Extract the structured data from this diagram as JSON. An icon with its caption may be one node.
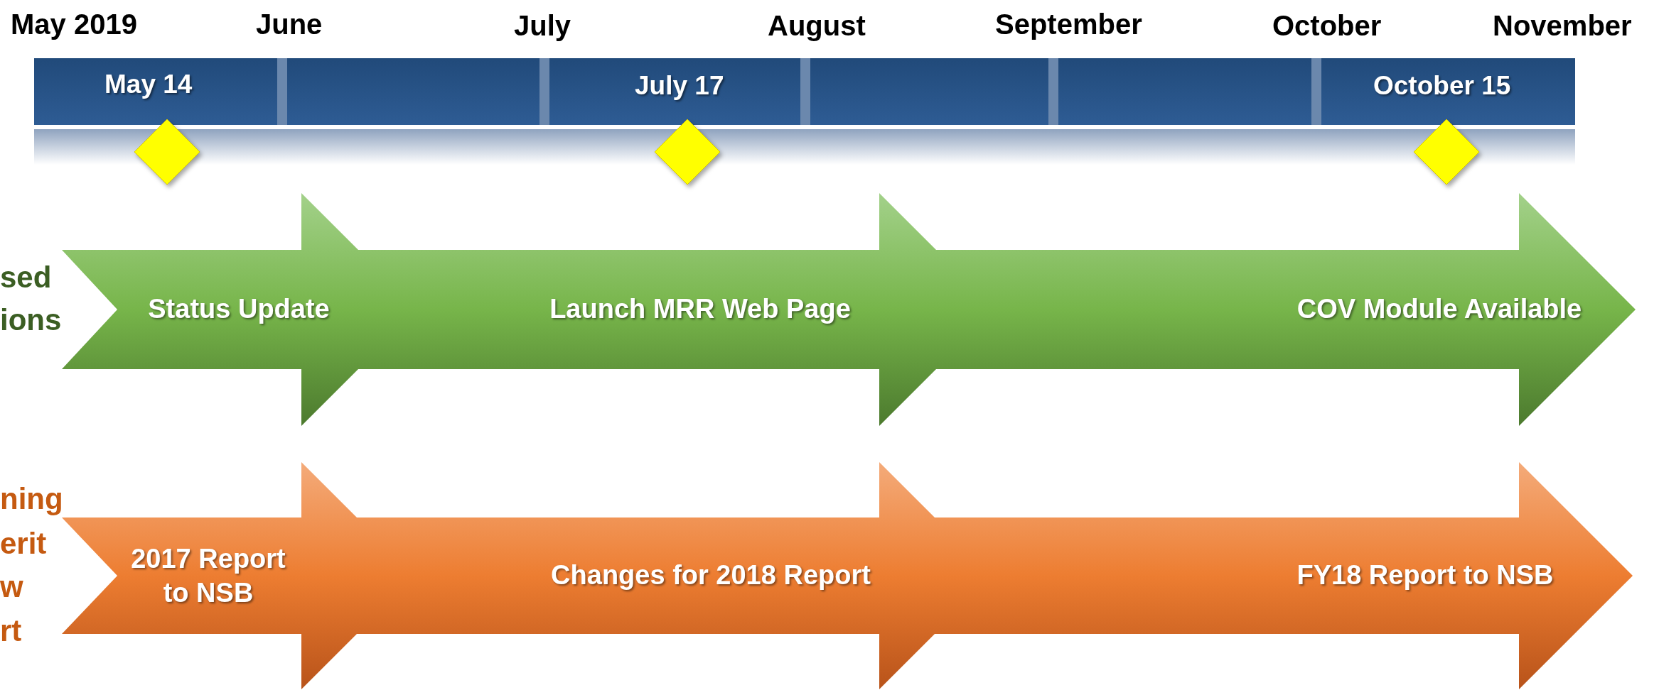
{
  "diagram": {
    "nodes": [
      {
        "text": [],
        "shape": "diamond"
      },
      {
        "text": [],
        "shape": "diamond"
      },
      {
        "text": [],
        "shape": "diamond"
      },
      {
        "text": [
          "Status Update"
        ]
      },
      {
        "text": [
          "Launch MRR Web Page"
        ]
      },
      {
        "text": [
          "COV Module Available"
        ]
      },
      {
        "text": [
          "2017 Report to NSB"
        ]
      },
      {
        "text": [
          "Changes for 2018 Report"
        ]
      },
      {
        "text": [
          "FY18 Report to NSB"
        ]
      }
    ],
    "labels": [
      "May 2019",
      "June",
      "July",
      "August",
      "September",
      "October",
      "November",
      "May 14",
      "July 17",
      "October 15",
      "sed",
      "ions",
      "ning",
      "erit",
      "w",
      "rt"
    ]
  }
}
